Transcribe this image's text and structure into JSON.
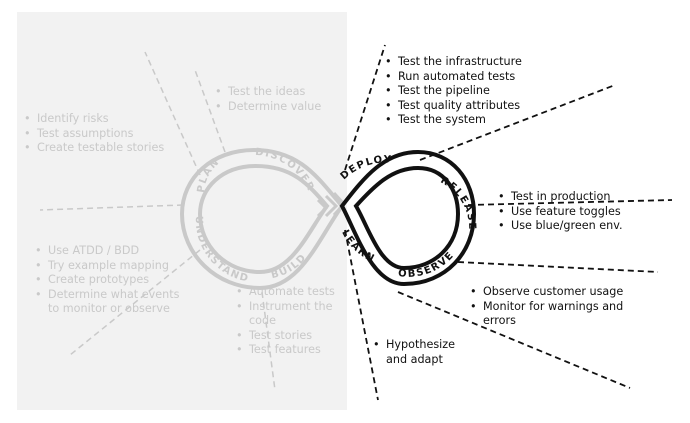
{
  "loop_left": {
    "stage_labels": [
      "PLAN",
      "DISCOVER",
      "UNDERSTAND",
      "BUILD"
    ],
    "groups": [
      {
        "items": [
          "Test the ideas",
          "Determine value"
        ]
      },
      {
        "items": [
          "Identify risks",
          "Test assumptions",
          "Create testable stories"
        ]
      },
      {
        "items": [
          "Use ATDD / BDD",
          "Try example mapping",
          "Create prototypes",
          "Determine what events\nto monitor or observe"
        ]
      },
      {
        "items": [
          "Automate tests",
          "Instrument the\ncode",
          "Test stories",
          "Test features"
        ]
      }
    ]
  },
  "loop_right": {
    "stage_labels": [
      "DEPLOY",
      "RELEASE",
      "OBSERVE",
      "LEARN"
    ],
    "groups": [
      {
        "items": [
          "Test the infrastructure",
          "Run automated tests",
          "Test the pipeline",
          "Test quality attributes",
          "Test the system"
        ]
      },
      {
        "items": [
          "Test in production",
          "Use feature toggles",
          "Use blue/green env."
        ]
      },
      {
        "items": [
          "Observe customer usage",
          "Monitor for warnings and\nerrors"
        ]
      },
      {
        "items": [
          "Hypothesize\nand adapt"
        ]
      }
    ]
  },
  "colors": {
    "faded": "#c9c9c9",
    "dark": "#111111",
    "panel": "#f2f2f2"
  }
}
